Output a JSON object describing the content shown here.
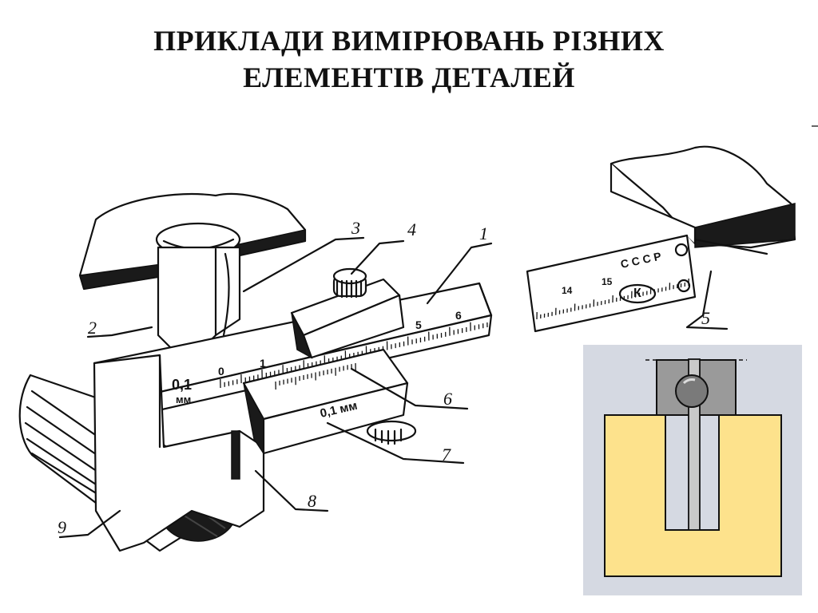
{
  "title": {
    "line1": "ПРИКЛАДИ ВИМІРЮВАНЬ РІЗНИХ",
    "line2": "ЕЛЕМЕНТІВ ДЕТАЛЕЙ"
  },
  "caliper_markings": {
    "precision_main": "0,1",
    "unit_main": "мм",
    "zero": "0",
    "one": "1",
    "five": "5",
    "six": "6",
    "vernier_text": "0,1 мм"
  },
  "depth_gauge_markings": {
    "n14": "14",
    "n15": "15",
    "country": "СССР",
    "maker": "К"
  },
  "callouts": [
    "1",
    "2",
    "3",
    "4",
    "5",
    "6",
    "7",
    "8",
    "9"
  ],
  "colors": {
    "inset_background": "#d5d9e2",
    "part_fill": "#fde28c",
    "gauge_grey": "#9a9a9a"
  }
}
